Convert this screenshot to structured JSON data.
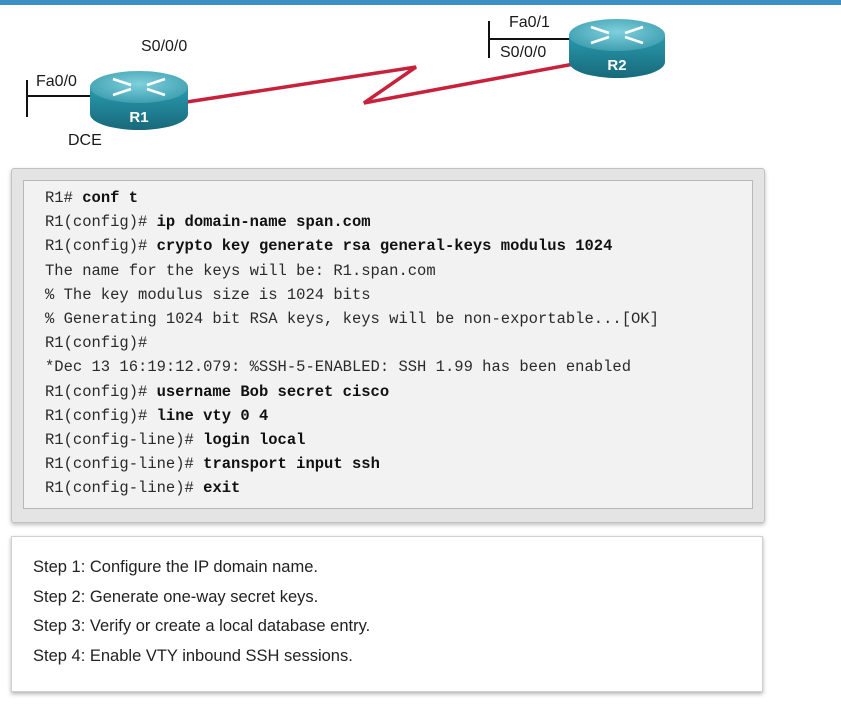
{
  "topology": {
    "r1": {
      "name": "R1",
      "serial_label": "S0/0/0",
      "fa_label": "Fa0/0",
      "dce_label": "DCE"
    },
    "r2": {
      "name": "R2",
      "serial_label": "S0/0/0",
      "fa_label": "Fa0/1"
    },
    "colors": {
      "router_body": "#1f8296",
      "router_top": "#5fb8c6",
      "serial_link": "#c8213b",
      "accent_bar": "#3d8fc8"
    }
  },
  "cli": {
    "lines": [
      {
        "prompt": "R1# ",
        "command": "conf t"
      },
      {
        "prompt": "R1(config)# ",
        "command": "ip domain-name span.com"
      },
      {
        "prompt": "R1(config)# ",
        "command": "crypto key generate rsa general-keys modulus 1024"
      },
      {
        "prompt": "The name for the keys will be: R1.span.com",
        "command": ""
      },
      {
        "prompt": "% The key modulus size is 1024 bits",
        "command": ""
      },
      {
        "prompt": "% Generating 1024 bit RSA keys, keys will be non-exportable...[OK]",
        "command": ""
      },
      {
        "prompt": "R1(config)#",
        "command": ""
      },
      {
        "prompt": "*Dec 13 16:19:12.079: %SSH-5-ENABLED: SSH 1.99 has been enabled",
        "command": ""
      },
      {
        "prompt": "R1(config)# ",
        "command": "username Bob secret cisco"
      },
      {
        "prompt": "R1(config)# ",
        "command": "line vty 0 4"
      },
      {
        "prompt": "R1(config-line)# ",
        "command": "login local"
      },
      {
        "prompt": "R1(config-line)# ",
        "command": "transport input ssh"
      },
      {
        "prompt": "R1(config-line)# ",
        "command": "exit"
      }
    ]
  },
  "steps": [
    "Step 1: Configure the IP domain name.",
    "Step 2: Generate one-way secret keys.",
    "Step 3: Verify or create a local database entry.",
    "Step 4: Enable VTY inbound SSH sessions."
  ]
}
